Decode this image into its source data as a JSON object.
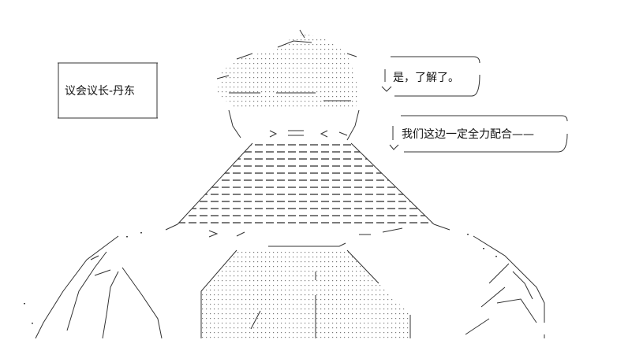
{
  "name_box": {
    "text": "议会议长-丹东"
  },
  "bubbles": [
    {
      "text": "是，了解了。"
    },
    {
      "text": "我们这边一定全力配合——"
    }
  ]
}
